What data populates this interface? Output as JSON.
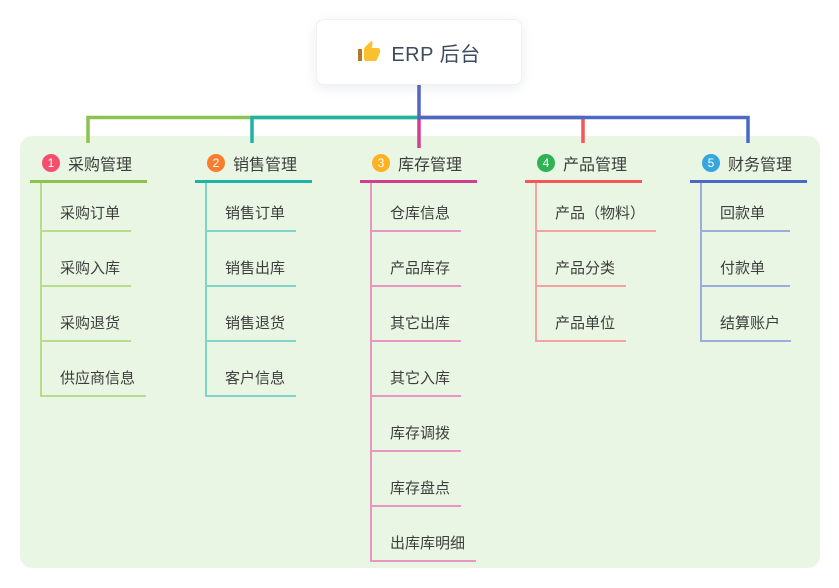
{
  "root": {
    "icon": "thumbs-up",
    "title": "ERP 后台"
  },
  "branches": [
    {
      "num": "1",
      "title": "采购管理",
      "color": "#8cc24e",
      "light": "#b9db90",
      "badge_color": "#f4506e",
      "items": [
        "采购订单",
        "采购入库",
        "采购退货",
        "供应商信息"
      ]
    },
    {
      "num": "2",
      "title": "销售管理",
      "color": "#1fb3a6",
      "light": "#82d3ca",
      "badge_color": "#f87d2e",
      "items": [
        "销售订单",
        "销售出库",
        "销售退货",
        "客户信息"
      ]
    },
    {
      "num": "3",
      "title": "库存管理",
      "color": "#d1408f",
      "light": "#e897c2",
      "badge_color": "#feb223",
      "items": [
        "仓库信息",
        "产品库存",
        "其它出库",
        "其它入库",
        "库存调拨",
        "库存盘点",
        "出库库明细"
      ]
    },
    {
      "num": "4",
      "title": "产品管理",
      "color": "#f45757",
      "light": "#f7a2a2",
      "badge_color": "#2eb253",
      "items": [
        "产品（物料）",
        "产品分类",
        "产品单位"
      ]
    },
    {
      "num": "5",
      "title": "财务管理",
      "color": "#4a68c5",
      "light": "#9aaede",
      "badge_color": "#35a7dd",
      "items": [
        "回款单",
        "付款单",
        "结算账户"
      ]
    }
  ],
  "colors": {
    "panel": "#e9f6e3",
    "stem": "#5565c4",
    "thumb_hand": "#fbc02d",
    "thumb_cuff": "#b07a2a"
  }
}
